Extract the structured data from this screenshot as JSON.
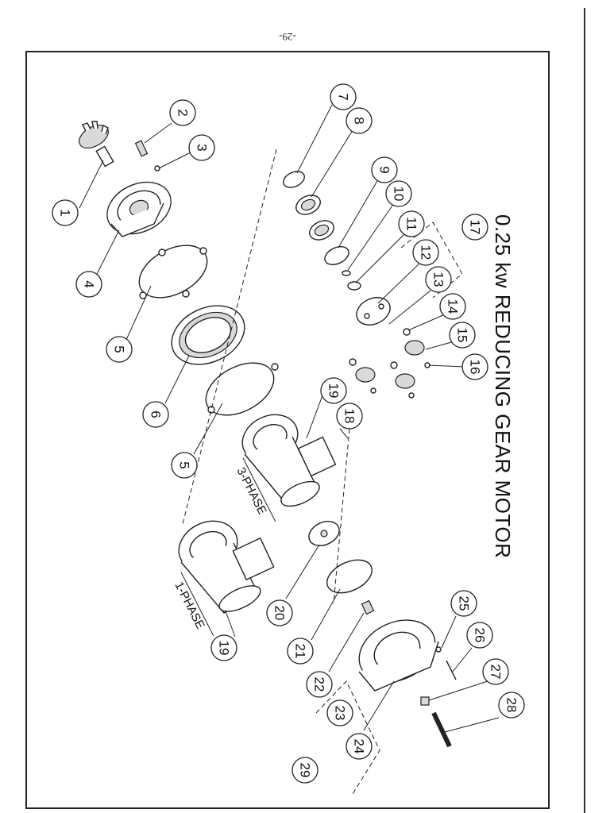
{
  "page_number": "-29-",
  "title": "0.25 kw REDUCING GEAR MOTOR",
  "phase_labels": {
    "three_phase": "3-PHASE",
    "single_phase": "1-PHASE"
  },
  "callouts": [
    {
      "n": "1"
    },
    {
      "n": "2"
    },
    {
      "n": "3"
    },
    {
      "n": "4"
    },
    {
      "n": "5"
    },
    {
      "n": "6"
    },
    {
      "n": "5"
    },
    {
      "n": "7"
    },
    {
      "n": "8"
    },
    {
      "n": "9"
    },
    {
      "n": "10"
    },
    {
      "n": "11"
    },
    {
      "n": "12"
    },
    {
      "n": "13"
    },
    {
      "n": "14"
    },
    {
      "n": "15"
    },
    {
      "n": "16"
    },
    {
      "n": "17"
    },
    {
      "n": "18"
    },
    {
      "n": "19"
    },
    {
      "n": "19"
    },
    {
      "n": "20"
    },
    {
      "n": "21"
    },
    {
      "n": "22"
    },
    {
      "n": "23"
    },
    {
      "n": "24"
    },
    {
      "n": "25"
    },
    {
      "n": "26"
    },
    {
      "n": "27"
    },
    {
      "n": "28"
    },
    {
      "n": "29"
    }
  ]
}
